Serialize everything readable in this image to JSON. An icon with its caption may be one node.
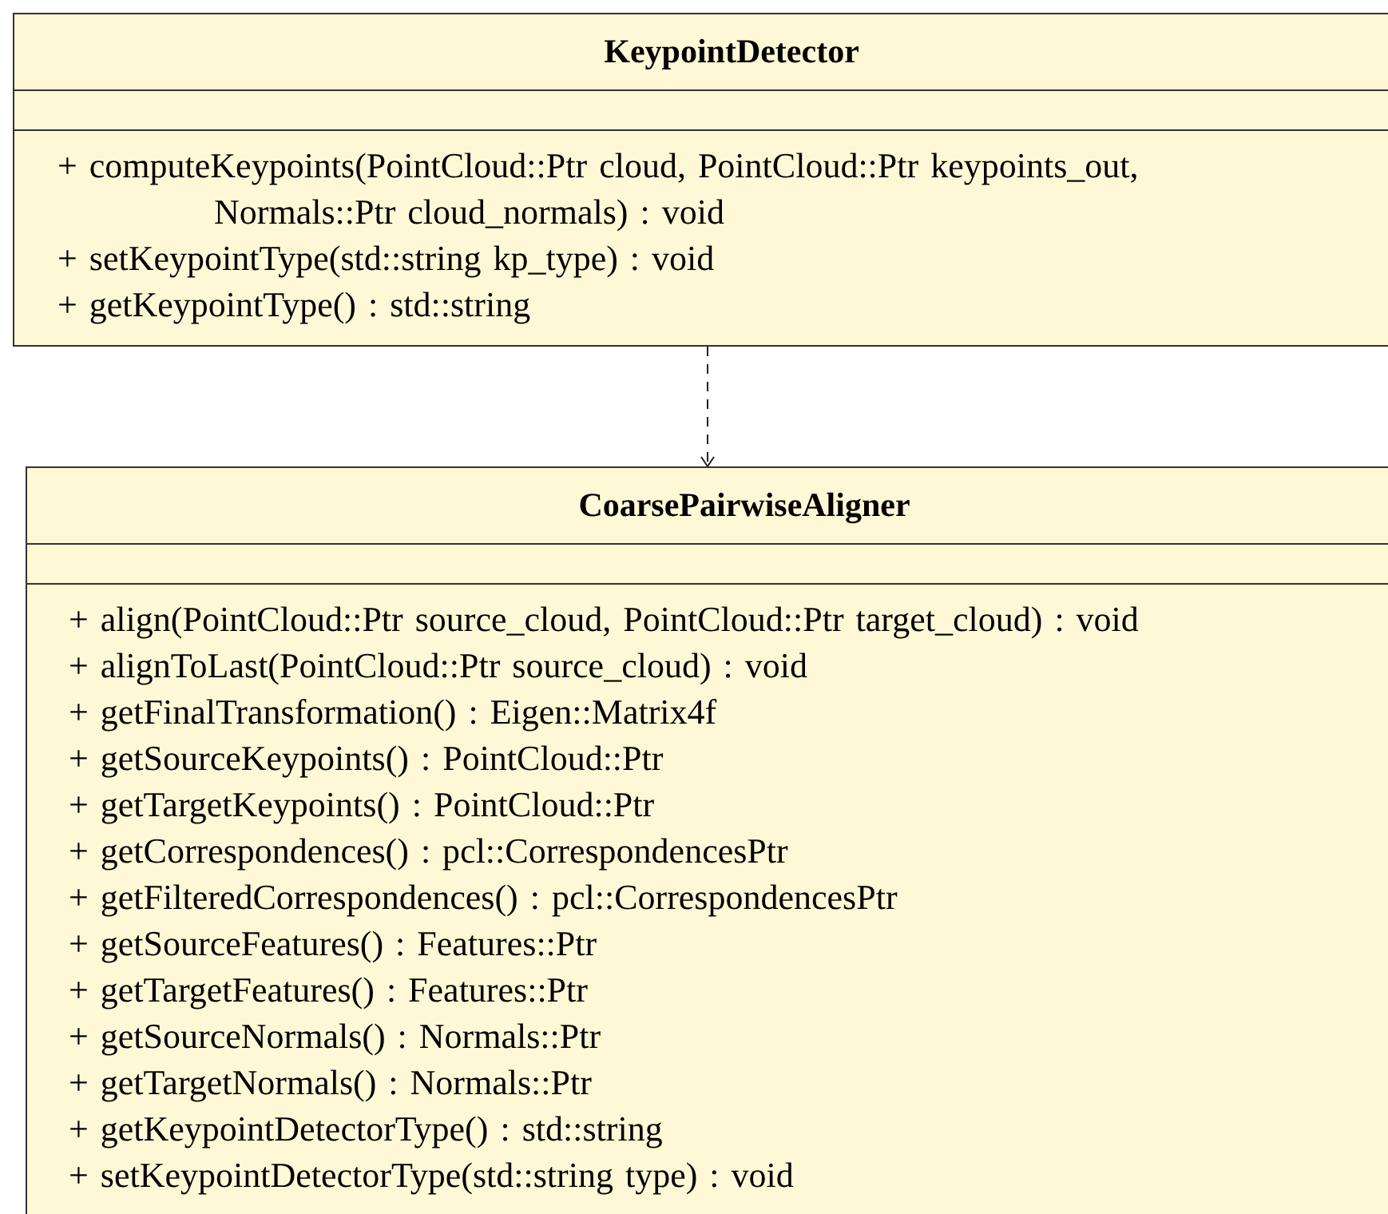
{
  "diagram": {
    "nodes": [
      {
        "text": [
          "KeypointDetector",
          "+ computeKeypoints(PointCloud::Ptr cloud, PointCloud::Ptr keypoints_out, Normals::Ptr cloud_normals) : void",
          "+ setKeypointType(std::string kp_type) : void",
          "+ getKeypointType() : std::string"
        ]
      },
      {
        "text": [
          "CoarsePairwiseAligner",
          "+ align(PointCloud::Ptr source_cloud, PointCloud::Ptr target_cloud) : void",
          "+ alignToLast(PointCloud::Ptr source_cloud) : void",
          "+ getFinalTransformation() : Eigen::Matrix4f",
          "+ getSourceKeypoints() : PointCloud::Ptr",
          "+ getTargetKeypoints() : PointCloud::Ptr",
          "+ getCorrespondences() : pcl::CorrespondencesPtr",
          "+ getFilteredCorrespondences() : pcl::CorrespondencesPtr",
          "+ getSourceFeatures() : Features::Ptr",
          "+ getTargetFeatures() : Features::Ptr",
          "+ getSourceNormals() : Normals::Ptr",
          "+ getTargetNormals() : Normals::Ptr",
          "+ getKeypointDetectorType() : std::string",
          "+ setKeypointDetectorType(std::string type) : void"
        ]
      }
    ],
    "edges": [
      {
        "from": 0,
        "to": 1,
        "arrow": "to",
        "style": "dashed"
      }
    ]
  }
}
